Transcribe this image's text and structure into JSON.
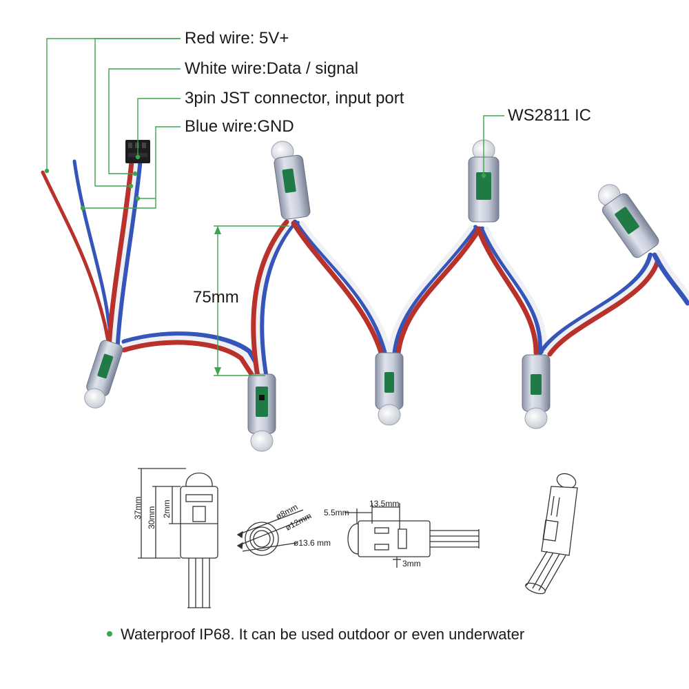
{
  "labels": {
    "red_wire": "Red wire: 5V+",
    "white_wire": "White wire:Data / signal",
    "connector": "3pin JST connector, input port",
    "blue_wire": "Blue wire:GND",
    "ic": "WS2811 IC",
    "spacing": "75mm"
  },
  "dimensions": {
    "height_37": "37mm",
    "height_30": "30mm",
    "height_2": "2mm",
    "dia_8": "ø8mm",
    "dia_12": "ø12mm",
    "dia_13_6": "ø13.6 mm",
    "len_5_5": "5.5mm",
    "len_13_5": "13.5mm",
    "len_3": "3mm"
  },
  "footer": {
    "text": "Waterproof IP68.  It can be used outdoor or even underwater"
  },
  "colors": {
    "leader": "#3aa54a",
    "red_wire": "#b8312a",
    "blue_wire": "#3556b8",
    "white_wire": "#eef0f4",
    "pcb": "#1f7a45",
    "drawing": "#333333"
  }
}
